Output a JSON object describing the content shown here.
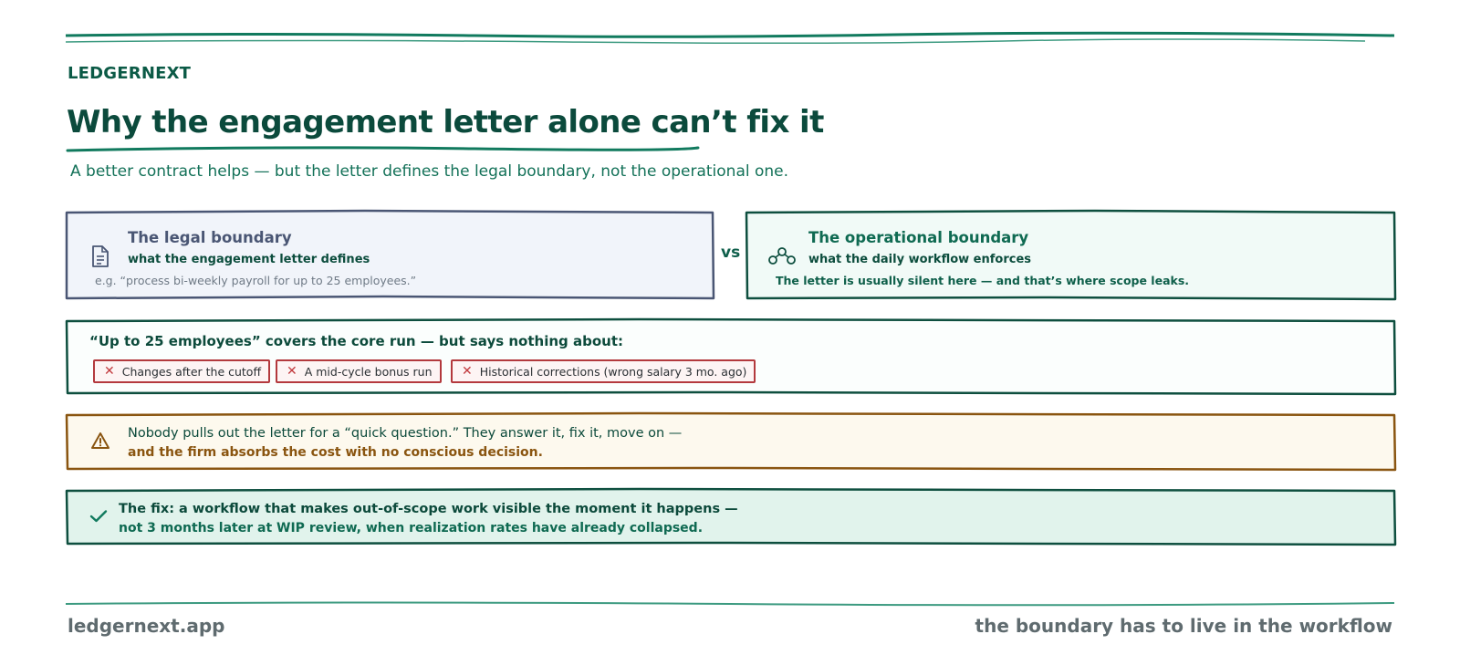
{
  "brand": "LEDGERNEXT",
  "title": "Why the engagement letter alone can’t fix it",
  "subtitle": "A better contract helps — but the letter defines the legal boundary, not the operational one.",
  "legal_box": {
    "icon": "document-icon",
    "title": "The legal boundary",
    "subtitle": "what the engagement letter defines",
    "example": "e.g. “process bi-weekly payroll for up to 25 employees.”"
  },
  "vs_label": "vs",
  "operational_box": {
    "icon": "workflow-nodes-icon",
    "title": "The operational boundary",
    "subtitle": "what the daily workflow enforces",
    "note": "The letter is usually silent here — and that’s where scope leaks."
  },
  "scope_box": {
    "heading": "“Up to 25 employees” covers the core run — but says nothing about:",
    "items": [
      "Changes after the cutoff",
      "A mid-cycle bonus run",
      "Historical corrections (wrong salary 3 mo. ago)"
    ],
    "item_icon": "x-mark-icon"
  },
  "warning_box": {
    "icon": "warning-triangle-icon",
    "line1": "Nobody pulls out the letter for a “quick question.” They answer it, fix it, move on —",
    "line2": "and the firm absorbs the cost with no conscious decision."
  },
  "fix_box": {
    "icon": "checkmark-icon",
    "line1": "The fix: a workflow that makes out-of-scope work visible the moment it happens —",
    "line2": "not 3 months later at WIP review, when realization rates have already collapsed."
  },
  "footer": {
    "left": "ledgernext.app",
    "right": "the boundary has to live in the workflow"
  },
  "colors": {
    "primary_green": "#0b5a46",
    "legal_slate": "#4a5674",
    "warning_amber": "#8a5510",
    "error_red": "#b3393d",
    "fix_bg": "#e1f3ec"
  }
}
